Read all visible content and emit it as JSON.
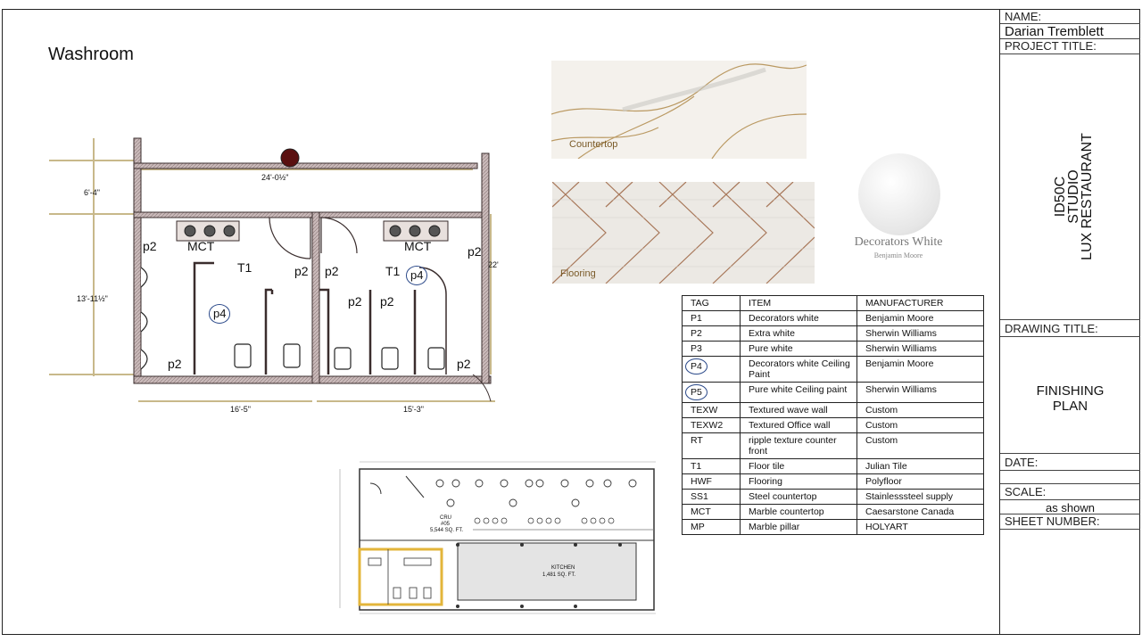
{
  "page": {
    "title": "Washroom"
  },
  "title_block": {
    "name_label": "NAME:",
    "name_value": "Darian Tremblett",
    "project_title_label": "PROJECT TITLE:",
    "project_lines": [
      "ID50C",
      "STUDIO",
      "LUX RESTAURANT"
    ],
    "drawing_title_label": "DRAWING TITLE:",
    "drawing_title_lines": [
      "FINISHING",
      "PLAN"
    ],
    "date_label": "DATE:",
    "scale_label": "SCALE:",
    "scale_value": "as shown",
    "sheet_number_label": "SHEET NUMBER:"
  },
  "materials": {
    "countertop_label": "Countertop",
    "flooring_label": "Flooring",
    "paint_name": "Decorators White",
    "paint_brand": "Benjamin Moore"
  },
  "plan": {
    "labels": {
      "mct": "MCT",
      "t1": "T1",
      "p2": "p2",
      "p4": "p4"
    },
    "dimensions": {
      "top": "24'-0½\"",
      "left_small": "6'-4\"",
      "left_large": "13'-11½\"",
      "right": "22'",
      "bottom_left": "16'-5\"",
      "bottom_right": "15'-3\""
    }
  },
  "key_plan": {
    "cru_label": "CRU",
    "cru_number": "#05",
    "cru_area": "5,544 SQ. FT.",
    "kitchen_label": "KITCHEN",
    "kitchen_area": "1,481 SQ. FT."
  },
  "schedule": {
    "headers": [
      "TAG",
      "ITEM",
      "MANUFACTURER"
    ],
    "rows": [
      {
        "tag": "P1",
        "item": "Decorators white",
        "manufacturer": "Benjamin Moore",
        "circled": false
      },
      {
        "tag": "P2",
        "item": "Extra white",
        "manufacturer": "Sherwin Williams",
        "circled": false
      },
      {
        "tag": "P3",
        "item": "Pure white",
        "manufacturer": "Sherwin Williams",
        "circled": false
      },
      {
        "tag": "P4",
        "item": "Decorators white Ceiling Paint",
        "manufacturer": "Benjamin Moore",
        "circled": true
      },
      {
        "tag": "P5",
        "item": "Pure white Ceiling paint",
        "manufacturer": "Sherwin Williams",
        "circled": true
      },
      {
        "tag": "TEXW",
        "item": "Textured wave wall",
        "manufacturer": "Custom",
        "circled": false
      },
      {
        "tag": "TEXW2",
        "item": "Textured Office wall",
        "manufacturer": "Custom",
        "circled": false
      },
      {
        "tag": "RT",
        "item": "ripple texture counter front",
        "manufacturer": "Custom",
        "circled": false
      },
      {
        "tag": "T1",
        "item": "Floor tile",
        "manufacturer": "Julian Tile",
        "circled": false
      },
      {
        "tag": "HWF",
        "item": "Flooring",
        "manufacturer": "Polyfloor",
        "circled": false
      },
      {
        "tag": "SS1",
        "item": "Steel countertop",
        "manufacturer": "Stainlesssteel supply",
        "circled": false
      },
      {
        "tag": "MCT",
        "item": "Marble countertop",
        "manufacturer": "Caesarstone Canada",
        "circled": false
      },
      {
        "tag": "MP",
        "item": "Marble pillar",
        "manufacturer": "HOLYART",
        "circled": false
      }
    ]
  },
  "colors": {
    "wall_fill": "#b8a6a6",
    "wall_stroke": "#3a2d2d",
    "dimension_line": "#c8b88a",
    "tag_circle": "#2c4a8a",
    "key_plan_highlight": "#e3b53a",
    "countertop_vein": "#b08a4a",
    "flooring_grout": "#a8785a"
  }
}
